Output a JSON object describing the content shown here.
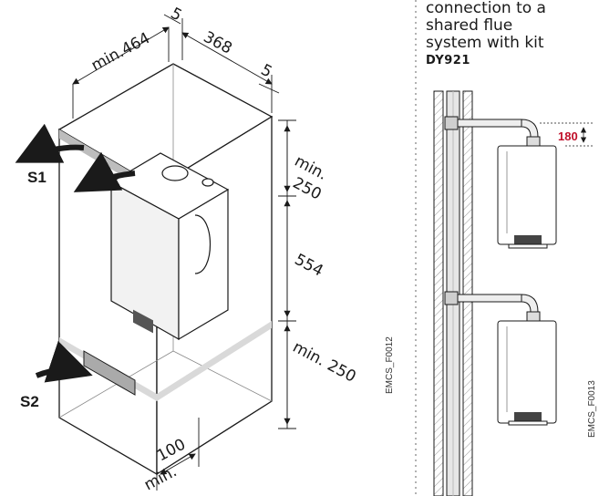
{
  "left_diagram": {
    "dim_min_464": "min.464",
    "dim_5_top": "5",
    "dim_368": "368",
    "dim_5_right": "5",
    "dim_min_250_top": "min.",
    "dim_min_250_top_value": "250",
    "dim_554": "554",
    "dim_min_250_bottom": "min. 250",
    "dim_100": "100",
    "dim_min_bottom": "min.",
    "label_s1": "S1",
    "label_s2": "S2",
    "figure_code": "EMCS_F0012"
  },
  "right_diagram": {
    "heading_line1": "connection to a",
    "heading_line2": "shared flue",
    "heading_line3": "system with kit",
    "kit_code": "DY921",
    "dim_180": "180",
    "figure_code": "EMCS_F0013"
  },
  "colors": {
    "line": "#1a1a1a",
    "highlight_red": "#c0102a",
    "grey_fill": "#d9d9d9",
    "panel_grey": "#bdbdbd"
  }
}
